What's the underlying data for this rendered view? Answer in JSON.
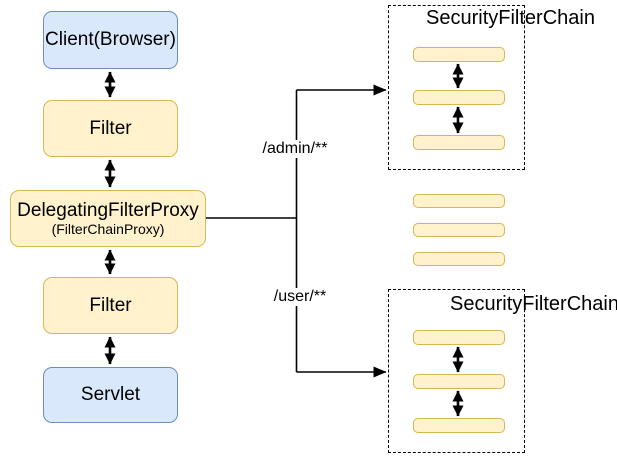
{
  "diagram": {
    "nodes": {
      "client": {
        "label": "Client(Browser)"
      },
      "filter_top": {
        "label": "Filter"
      },
      "proxy": {
        "title": "DelegatingFilterProxy",
        "subtitle": "(FilterChainProxy)"
      },
      "filter_bottom": {
        "label": "Filter"
      },
      "servlet": {
        "label": "Servlet"
      }
    },
    "routes": {
      "admin": {
        "label": "/admin/**"
      },
      "user": {
        "label": "/user/**"
      }
    },
    "chains": {
      "top": {
        "title": "SecurityFilterChain",
        "filter_slots": 3
      },
      "middle": {
        "ellipsis_slots": 3
      },
      "bottom": {
        "title": "SecurityFilterChain",
        "filter_slots": 3
      }
    }
  },
  "colors": {
    "yellow_fill": "#fff2cc",
    "yellow_border": "#d6b656",
    "blue_fill": "#dae8fc",
    "blue_border": "#6c8ebf",
    "line": "#000000"
  }
}
